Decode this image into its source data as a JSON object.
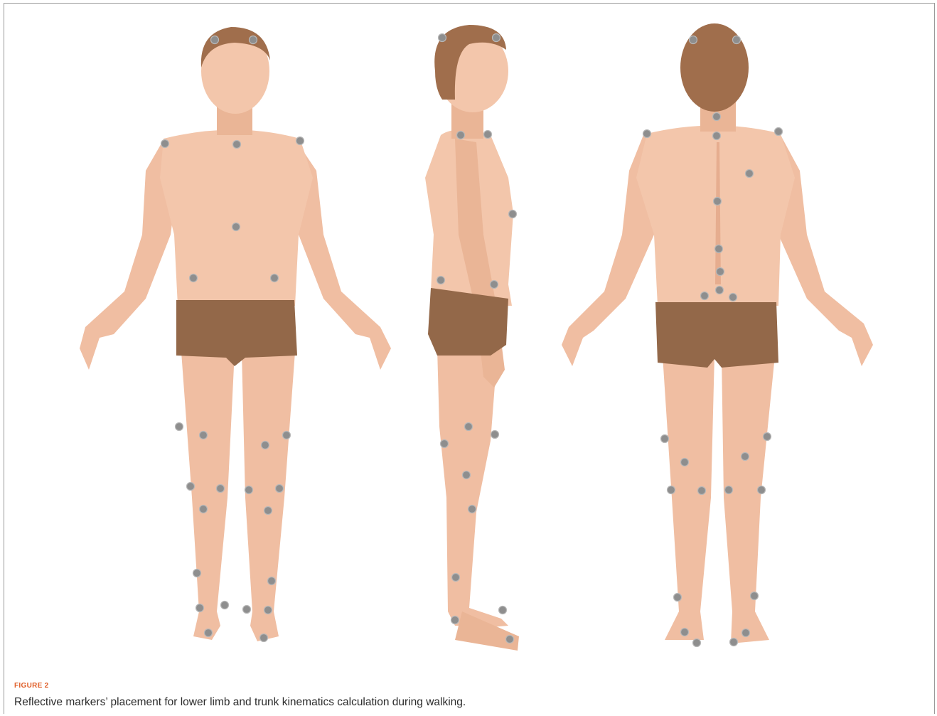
{
  "figure": {
    "label": "FIGURE 2",
    "caption": "Reflective markers’ placement for lower limb and trunk kinematics calculation during walking."
  },
  "views": [
    {
      "name": "front"
    },
    {
      "name": "side"
    },
    {
      "name": "back"
    }
  ],
  "colors": {
    "skin": "#f3c6ab",
    "skin_shadow": "#e6ad8f",
    "hair": "#a06e4c",
    "underwear": "#936849",
    "marker": "#8e8e8e",
    "figure_label": "#e0602a"
  }
}
